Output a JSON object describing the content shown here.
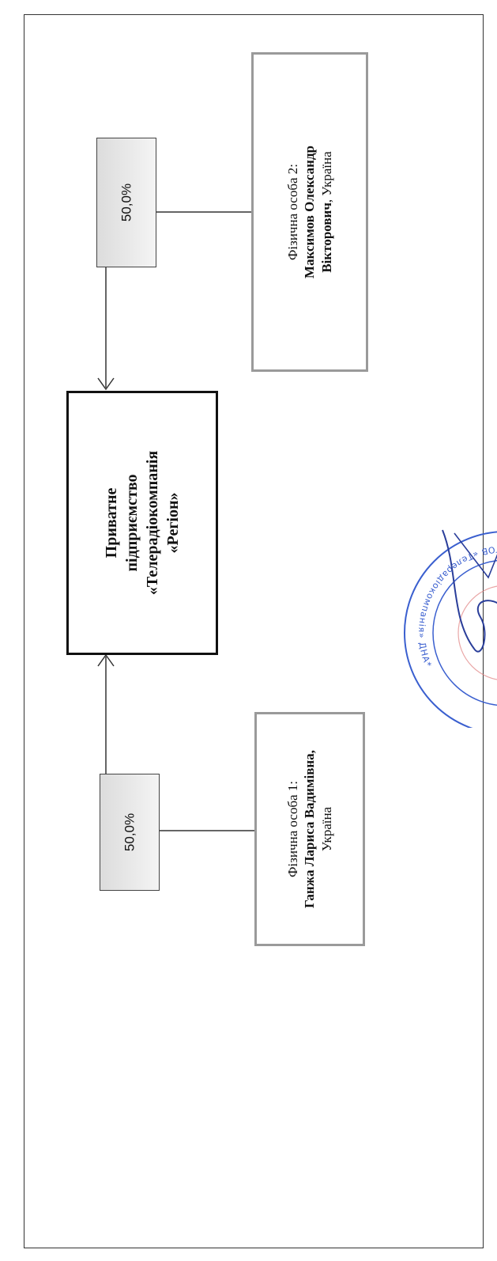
{
  "company": {
    "line1": "Приватне",
    "line2": "підприємство",
    "line3": "«Телерадіокомпанія",
    "line4": "«Регіон»"
  },
  "share_1": {
    "label": "50,0%"
  },
  "share_2": {
    "label": "50,0%"
  },
  "person_1": {
    "role": "Фізична особа 1:",
    "name": "Ганжа Лариса Вадимівна,",
    "country": "Україна"
  },
  "person_2": {
    "role": "Фізична особа 2:",
    "name_line1": "Максимов Олександр",
    "name_line2": "Вікторович",
    "country_suffix": ", Україна"
  },
  "stamp": {
    "text": "*ТОВ «Телерадіокомпанія» ДНА*"
  },
  "colors": {
    "stamp": "#3a5fcf",
    "frame": "#333333",
    "person_border": "#9a9a9a"
  }
}
